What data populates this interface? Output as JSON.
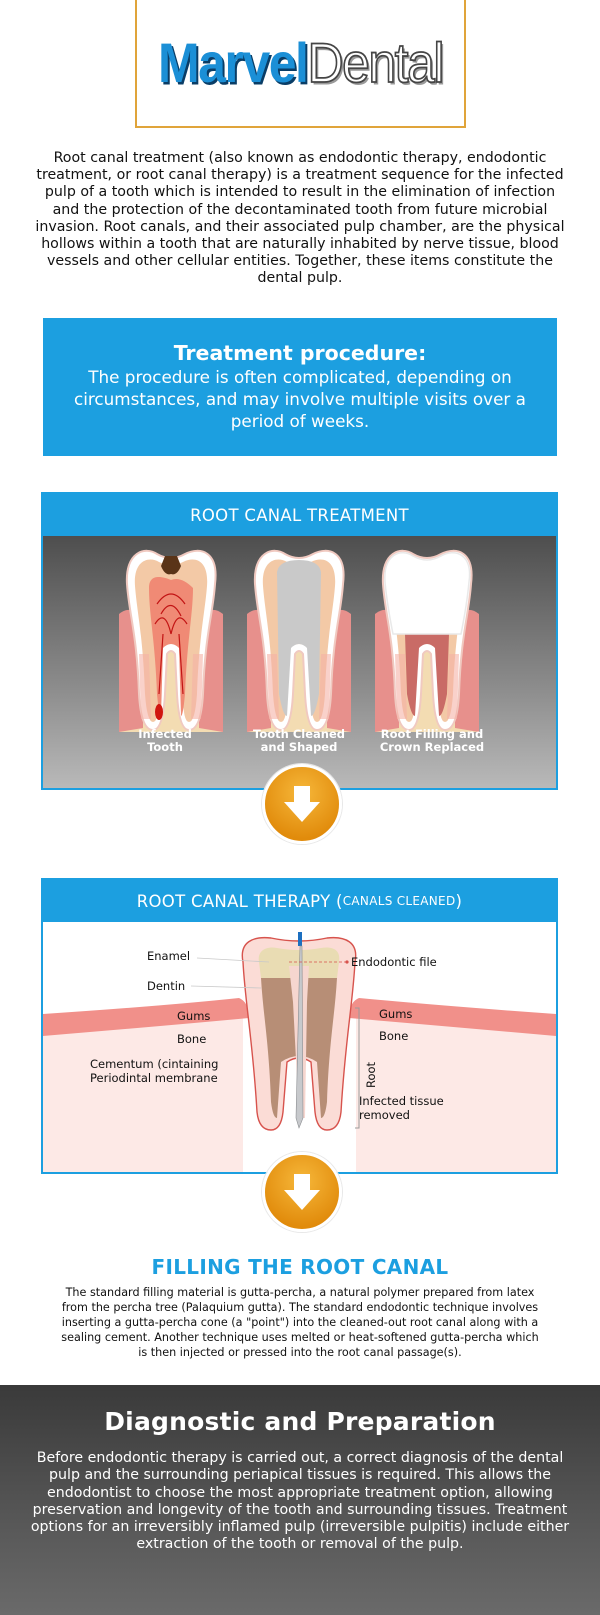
{
  "brand": {
    "part1": "Marvel",
    "part2": "Dental"
  },
  "intro": "Root canal treatment (also known as endodontic therapy, endodontic treatment, or root canal therapy) is a treatment sequence for the infected pulp of a tooth which is intended to result in the elimination of infection and the protection of the decontaminated tooth from future microbial invasion. Root canals, and their associated pulp chamber, are the physical hollows within a tooth that are naturally inhabited by nerve tissue, blood vessels and other cellular entities. Together, these items constitute the dental pulp.",
  "callout": {
    "title": "Treatment procedure:",
    "body": "The procedure is often complicated, depending on circumstances, and may involve multiple visits over a period of weeks."
  },
  "panel1": {
    "title": "ROOT CANAL TREATMENT",
    "teeth": [
      {
        "line1": "Infected",
        "line2": "Tooth"
      },
      {
        "line1": "Tooth Cleaned",
        "line2": "and Shaped"
      },
      {
        "line1": "Root Filling and",
        "line2": "Crown Replaced"
      }
    ]
  },
  "panel2": {
    "title": "ROOT CANAL THERAPY (",
    "title_small": "CANALS CLEANED",
    "title_end": ")",
    "labels": {
      "enamel": "Enamel",
      "dentin": "Dentin",
      "gums_left": "Gums",
      "bone_left": "Bone",
      "cementum_1": "Cementum (cintaining",
      "cementum_2": "Periodintal membrane",
      "file": "Endodontic file",
      "gums_right": "Gums",
      "bone_right": "Bone",
      "root": "Root",
      "infected_1": "Infected tissue",
      "infected_2": "removed"
    }
  },
  "filling": {
    "title": "FILLING THE ROOT CANAL",
    "body": "The standard filling material is gutta-percha, a natural polymer prepared from latex from the percha tree (Palaquium gutta). The standard endodontic technique involves inserting a gutta-percha cone (a \"point\") into the cleaned-out root canal along with a sealing cement. Another technique uses melted or heat-softened gutta-percha which is then injected or pressed into the root canal passage(s)."
  },
  "diagnostic": {
    "title": "Diagnostic and Preparation",
    "body": "Before endodontic therapy is carried out, a correct diagnosis of the dental pulp and the surrounding periapical tissues is required. This allows the endodontist to choose the most appropriate treatment option, allowing preservation and longevity of the tooth and surrounding tissues. Treatment options for an irreversibly inflamed pulp (irreversible pulpitis) include either extraction of the tooth or removal of the pulp."
  },
  "colors": {
    "accent_blue": "#1c9fe0",
    "logo_gold": "#e0a43a",
    "arrow_orange": "#e8960f"
  },
  "icons": [
    "tooth-icon",
    "arrow-down-icon"
  ]
}
